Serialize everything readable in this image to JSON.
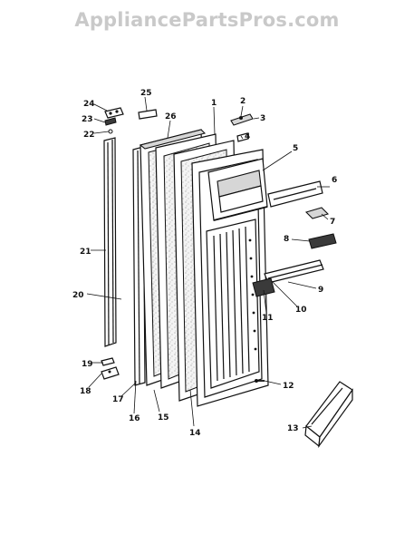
{
  "watermark": "AppliancePartsPros.com",
  "labels": [
    {
      "id": "1",
      "text": "1"
    },
    {
      "id": "2",
      "text": "2"
    },
    {
      "id": "3",
      "text": "3"
    },
    {
      "id": "4",
      "text": "4"
    },
    {
      "id": "5",
      "text": "5"
    },
    {
      "id": "6",
      "text": "6"
    },
    {
      "id": "7",
      "text": "7"
    },
    {
      "id": "8",
      "text": "8"
    },
    {
      "id": "9",
      "text": "9"
    },
    {
      "id": "10",
      "text": "10"
    },
    {
      "id": "11",
      "text": "11"
    },
    {
      "id": "12",
      "text": "12"
    },
    {
      "id": "13",
      "text": "13"
    },
    {
      "id": "14",
      "text": "14"
    },
    {
      "id": "15",
      "text": "15"
    },
    {
      "id": "16",
      "text": "16"
    },
    {
      "id": "17",
      "text": "17"
    },
    {
      "id": "18",
      "text": "18"
    },
    {
      "id": "19",
      "text": "19"
    },
    {
      "id": "20",
      "text": "20"
    },
    {
      "id": "21",
      "text": "21"
    },
    {
      "id": "22",
      "text": "22"
    },
    {
      "id": "23",
      "text": "23"
    },
    {
      "id": "24",
      "text": "24"
    },
    {
      "id": "25",
      "text": "25"
    },
    {
      "id": "26",
      "text": "26"
    }
  ]
}
